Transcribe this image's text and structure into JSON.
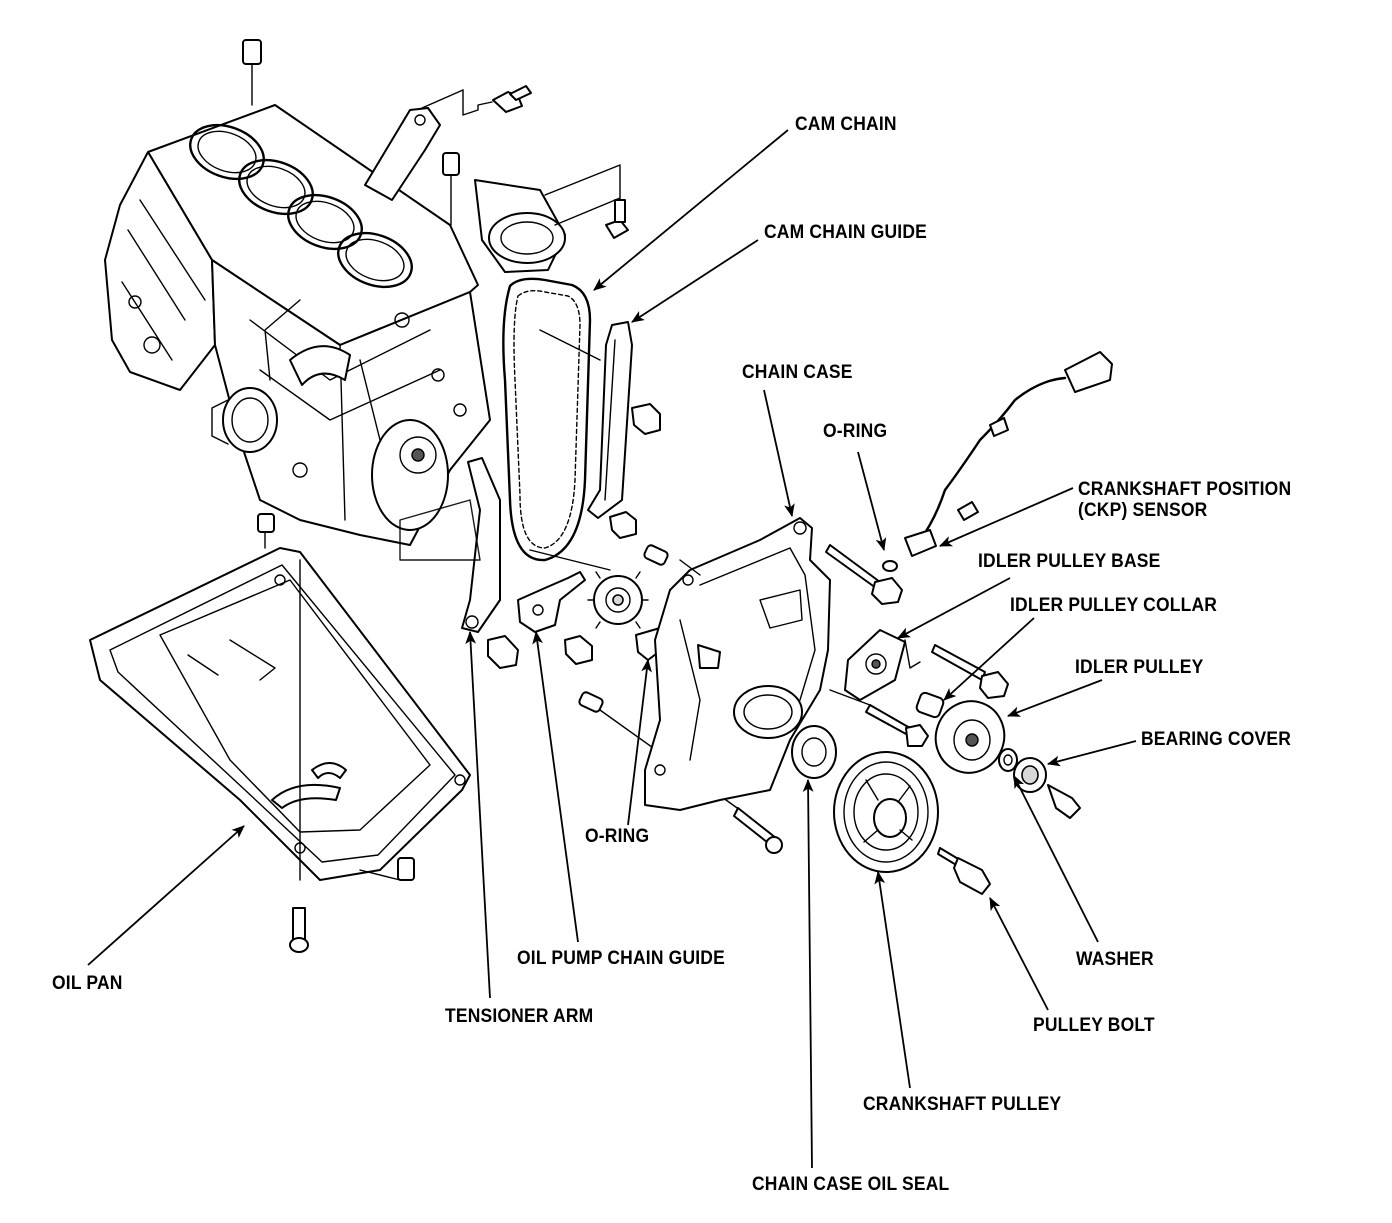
{
  "labels": {
    "cam_chain": "CAM CHAIN",
    "cam_chain_guide": "CAM CHAIN GUIDE",
    "chain_case": "CHAIN CASE",
    "o_ring_top": "O-RING",
    "ckp_sensor_line1": "CRANKSHAFT POSITION",
    "ckp_sensor_line2": "(CKP) SENSOR",
    "idler_pulley_base": "IDLER PULLEY BASE",
    "idler_pulley_collar": "IDLER PULLEY COLLAR",
    "idler_pulley": "IDLER PULLEY",
    "bearing_cover": "BEARING COVER",
    "o_ring_bottom": "O-RING",
    "oil_pump_chain_guide": "OIL PUMP CHAIN GUIDE",
    "oil_pan": "OIL PAN",
    "tensioner_arm": "TENSIONER ARM",
    "washer": "WASHER",
    "pulley_bolt": "PULLEY BOLT",
    "crankshaft_pulley": "CRANKSHAFT PULLEY",
    "chain_case_oil_seal": "CHAIN CASE OIL SEAL"
  },
  "style": {
    "ink": "#000000",
    "paper": "#ffffff",
    "fill_grey": "#d8d8d8"
  }
}
